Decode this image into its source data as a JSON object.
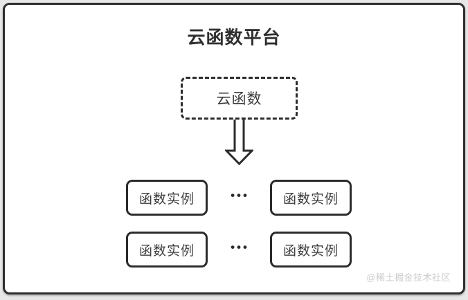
{
  "diagram": {
    "title": "云函数平台",
    "root_node": {
      "label": "云函数"
    },
    "arrow": {
      "icon": "down-arrow",
      "style": "hollow-outline"
    },
    "instance_nodes": [
      {
        "label": "函数实例"
      },
      {
        "label": "函数实例"
      },
      {
        "label": "函数实例"
      },
      {
        "label": "函数实例"
      }
    ],
    "ellipsis_row1": "•••",
    "ellipsis_row2": "•••",
    "watermark": "@稀土掘金技术社区",
    "colors": {
      "border": "#2b2b2b",
      "panel_border": "#2d2d2d",
      "label_text": "#3d3d3d",
      "title_text": "#2f2f2f",
      "page_background": "#e7e7e7",
      "panel_background": "#ffffff",
      "watermark_text": "#cbcbcb"
    }
  }
}
